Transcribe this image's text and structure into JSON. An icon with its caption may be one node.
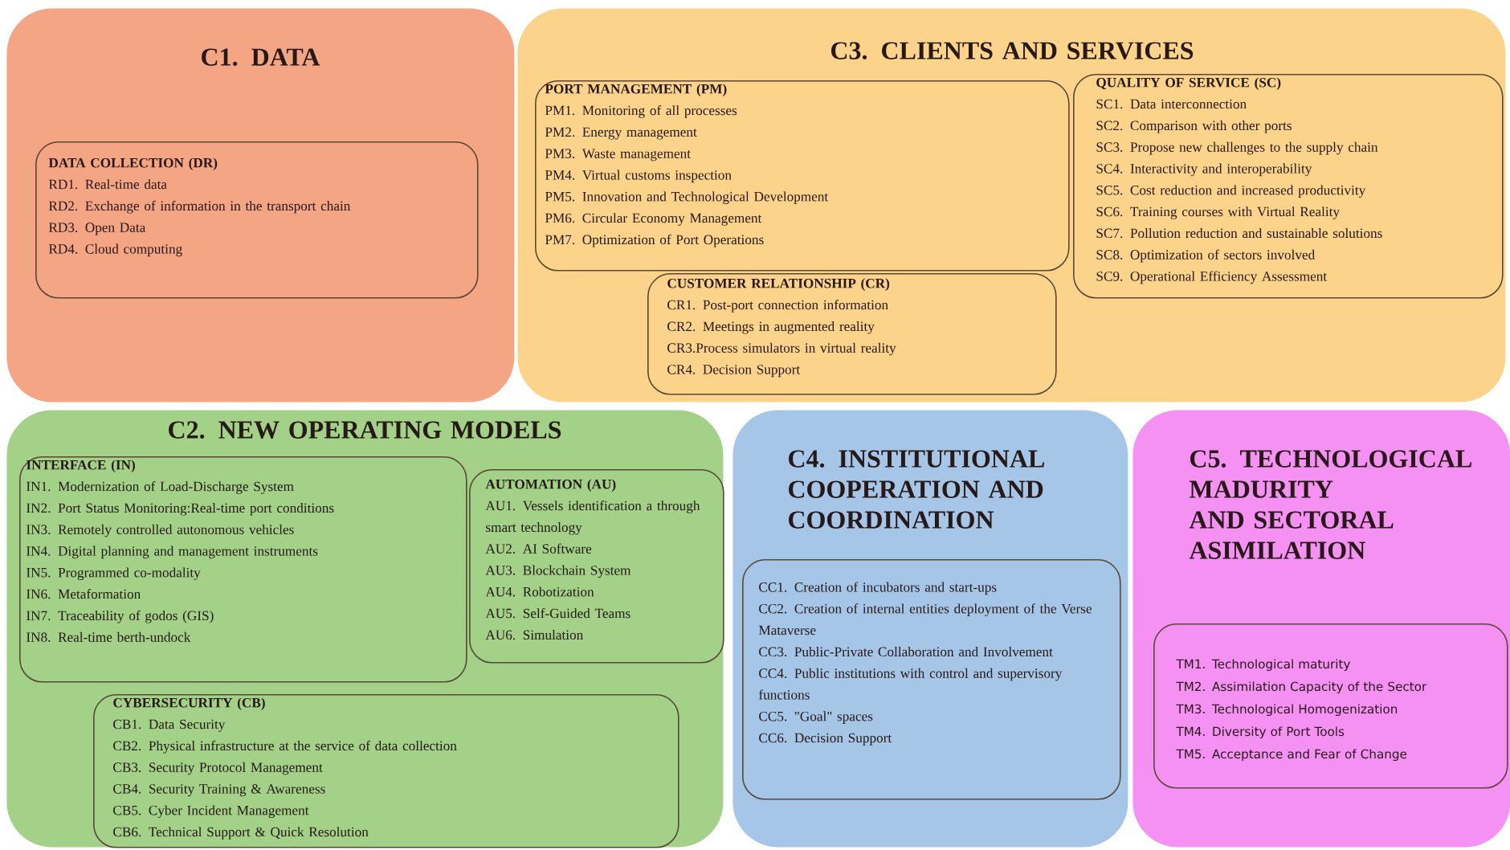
{
  "diagram": {
    "nodes": [
      {
        "text": [
          "C1. DATA"
        ]
      },
      {
        "text": [
          "DATA COLLECTION (DR)",
          "RD1. Real-time data",
          "RD2. Exchange of information in the transport chain",
          "RD3. Open Data",
          "RD4. Cloud computing"
        ],
        "in": 0
      },
      {
        "text": [
          "C3. CLIENTS AND SERVICES"
        ]
      },
      {
        "text": [
          "PORT MANAGEMENT (PM)",
          "PM1. Monitoring of all processes",
          "PM2. Energy management",
          "PM3. Waste management",
          "PM4. Virtual customs inspection",
          "PM5. Innovation and Technological Development",
          "PM6. Circular Economy Management",
          "PM7. Optimization of Port Operations"
        ],
        "in": 2
      },
      {
        "text": [
          "QUALITY OF SERVICE (SC)",
          "SC1. Data interconnection",
          "SC2. Comparison with other ports",
          "SC3. Propose new challenges to the supply chain",
          "SC4. Interactivity and interoperability",
          "SC5. Cost reduction and increased productivity",
          "SC6. Training courses with Virtual Reality",
          "SC7. Pollution reduction and sustainable solutions",
          "SC8. Optimization of sectors involved",
          "SC9. Operational Efficiency Assessment"
        ],
        "in": 2
      },
      {
        "text": [
          "CUSTOMER RELATIONSHIP (CR)",
          "CR1. Post-port connection information",
          "CR2. Meetings in augmented reality",
          "CR3.Process simulators in virtual reality",
          "CR4. Decision Support"
        ],
        "in": 2
      },
      {
        "text": [
          "C2. NEW OPERATING MODELS"
        ]
      },
      {
        "text": [
          "INTERFACE (IN)",
          "IN1. Modernization of Load-Discharge System",
          "IN2. Port Status Monitoring:Real-time port conditions",
          "IN3. Remotely controlled autonomous vehicles",
          "IN4. Digital planning and management instruments",
          "IN5. Programmed co-modality",
          "IN6. Metaformation",
          "IN7. Traceability of godos (GIS)",
          "IN8. Real-time berth-undock"
        ],
        "in": 6
      },
      {
        "text": [
          "AUTOMATION (AU)",
          "AU1. Vessels identification a through smart technology",
          "AU2. AI Software",
          "AU3. Blockchain System",
          "AU4. Robotization",
          "AU5. Self-Guided Teams",
          "AU6. Simulation"
        ],
        "in": 6
      },
      {
        "text": [
          "CYBERSECURITY (CB)",
          "CB1. Data Security",
          "CB2. Physical infrastructure at the service of data collection",
          "CB3. Security Protocol Management",
          "CB4. Security Training & Awareness",
          "CB5. Cyber Incident Management",
          "CB6. Technical Support & Quick Resolution"
        ],
        "in": 6
      },
      {
        "text": [
          "C4. INSTITUTIONAL COOPERATION AND COORDINATION"
        ]
      },
      {
        "text": [
          "CC1. Creation of incubators and start-ups",
          "CC2. Creation of internal entities deployment of the Verse Mataverse",
          "CC3. Public-Private Collaboration and Involvement",
          "CC4. Public institutions with control and supervisory functions",
          "CC5. \"Goal\" spaces",
          "CC6. Decision Support"
        ],
        "in": 10
      },
      {
        "text": [
          "C5. TECHNOLOGICAL MADURITY AND SECTORAL ASIMILATION"
        ]
      },
      {
        "text": [
          "TM1. Technological maturity",
          "TM2. Assimilation Capacity of the Sector",
          "TM3. Technological Homogenization",
          "TM4. Diversity of Port Tools",
          "TM5. Acceptance and Fear of Change"
        ],
        "in": 12
      }
    ]
  }
}
